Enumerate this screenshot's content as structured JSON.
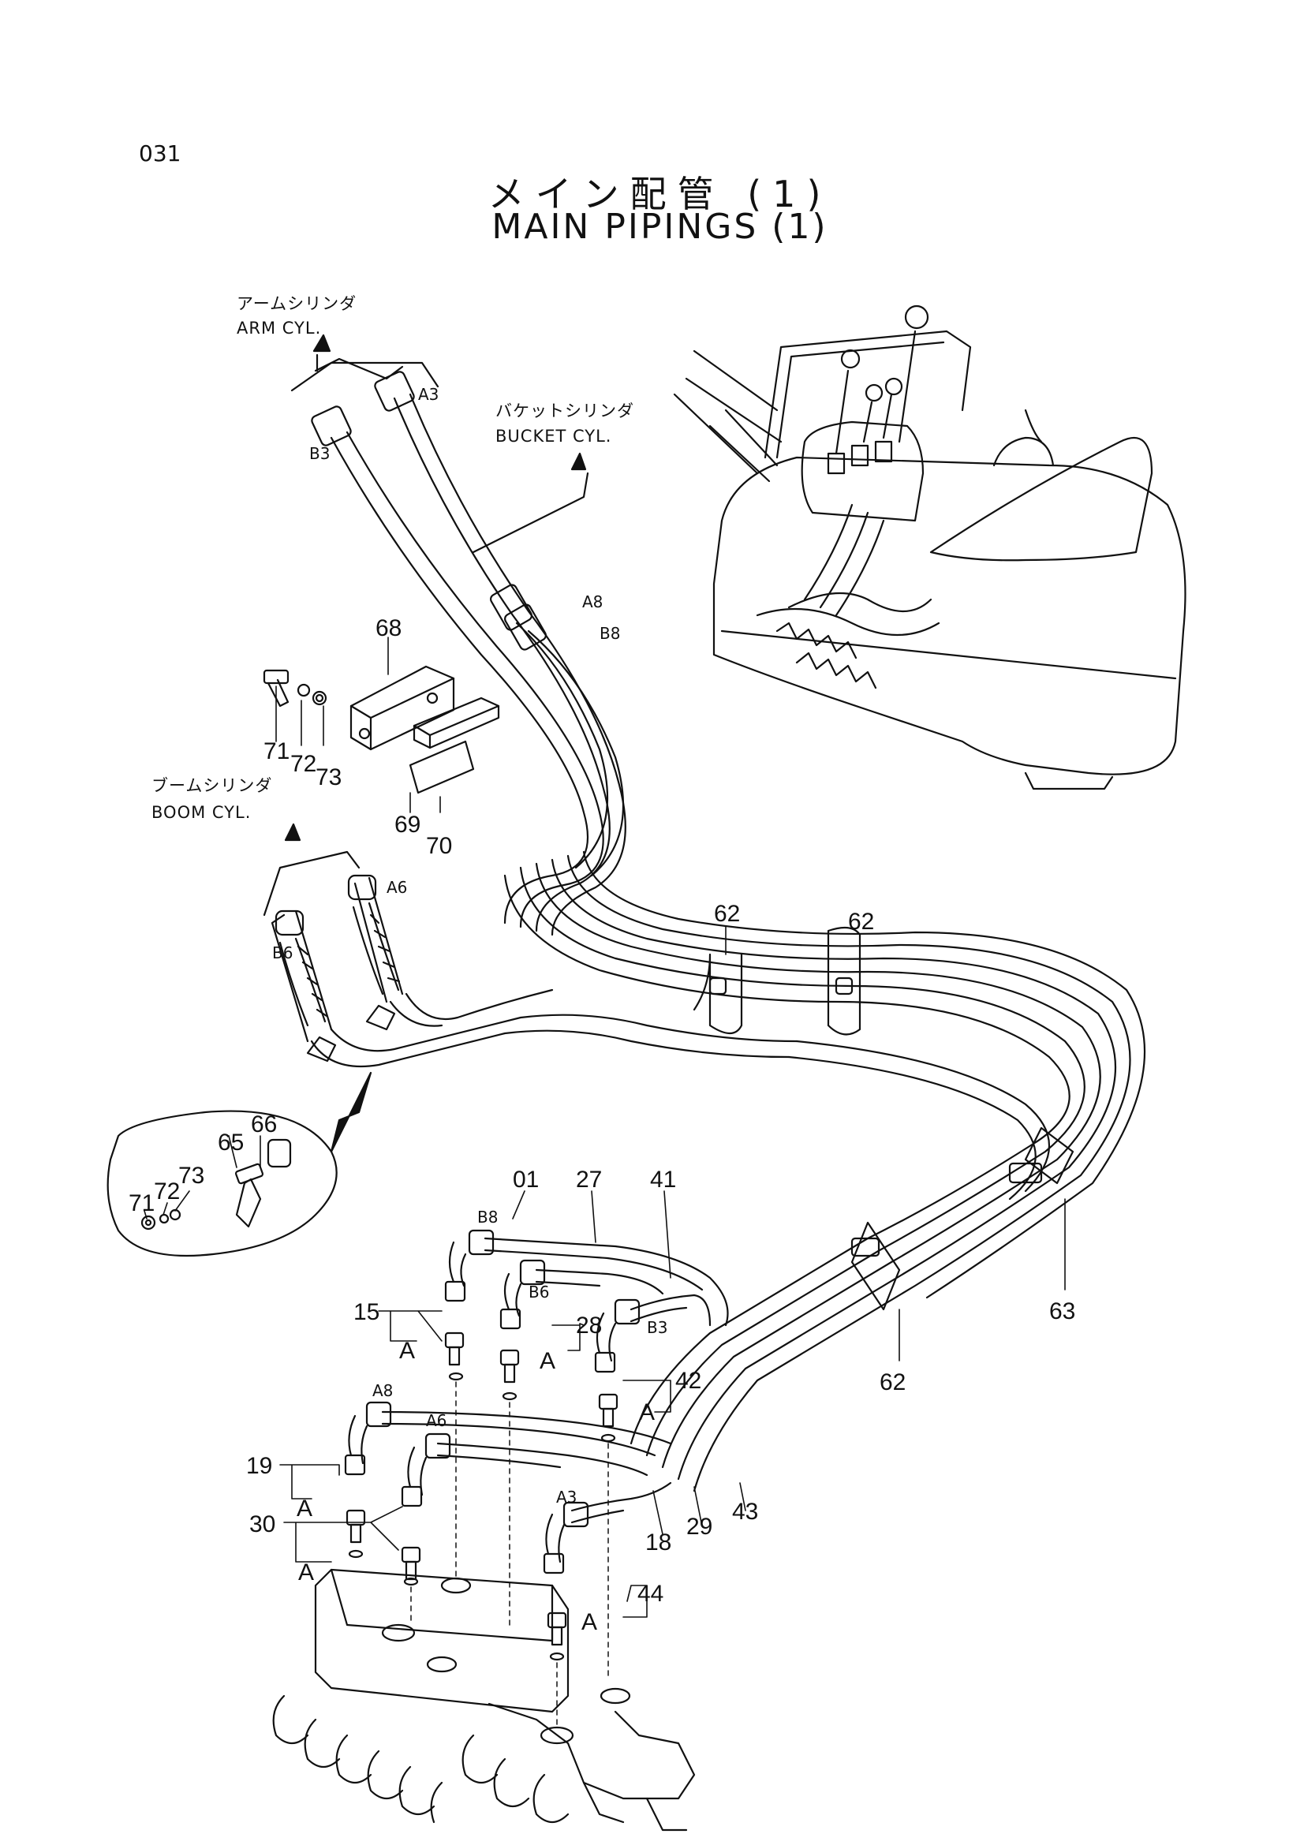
{
  "page_number": "031",
  "title_jp": "メイン配管 (1)",
  "title_en": "MAIN PIPINGS (1)",
  "destinations": {
    "arm_jp": "アームシリンダ",
    "arm_en": "ARM CYL.",
    "bucket_jp": "バケットシリンダ",
    "bucket_en": "BUCKET CYL.",
    "boom_jp": "ブームシリンダ",
    "boom_en": "BOOM CYL."
  },
  "port_tags": [
    "A3",
    "B3",
    "A8",
    "B8",
    "A6",
    "B6",
    "B8",
    "B6",
    "B3",
    "A8",
    "A6",
    "A3"
  ],
  "group_tags": [
    "A",
    "A",
    "A",
    "A",
    "A",
    "A"
  ],
  "callouts": [
    "68",
    "71",
    "72",
    "73",
    "69",
    "70",
    "62",
    "62",
    "66",
    "65",
    "73",
    "72",
    "71",
    "01",
    "27",
    "41",
    "15",
    "28",
    "42",
    "62",
    "63",
    "19",
    "30",
    "18",
    "29",
    "43",
    "44"
  ]
}
